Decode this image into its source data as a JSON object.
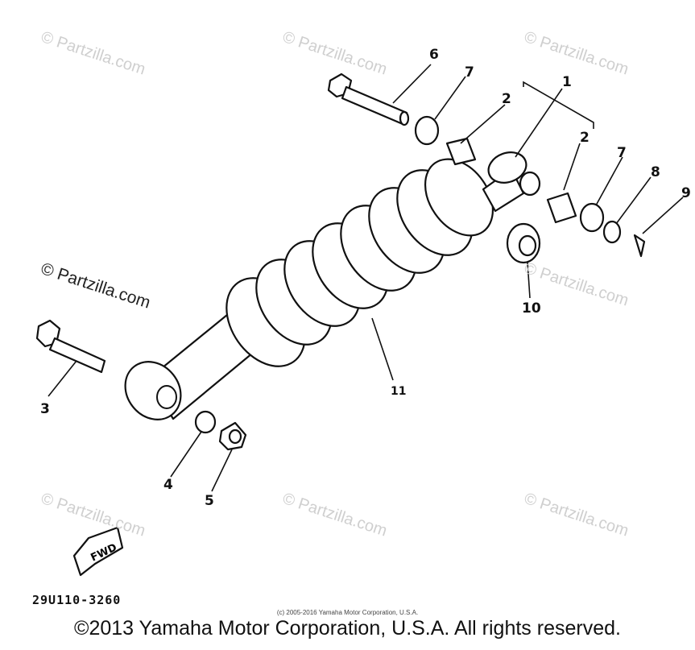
{
  "watermark": "© Partzilla.com",
  "callouts": {
    "n1": "1",
    "n2a": "2",
    "n2b": "2",
    "n3": "3",
    "n4": "4",
    "n5": "5",
    "n6": "6",
    "n7a": "7",
    "n7b": "7",
    "n8": "8",
    "n9": "9",
    "n10": "10",
    "n11": "11"
  },
  "direction_label": "FWD",
  "diagram_code": "29U110-3260",
  "small_copyright": "(c) 2005-2016 Yamaha Motor Corporation, U.S.A.",
  "footer_copyright": "©2013 Yamaha Motor Corporation, U.S.A. All rights reserved."
}
